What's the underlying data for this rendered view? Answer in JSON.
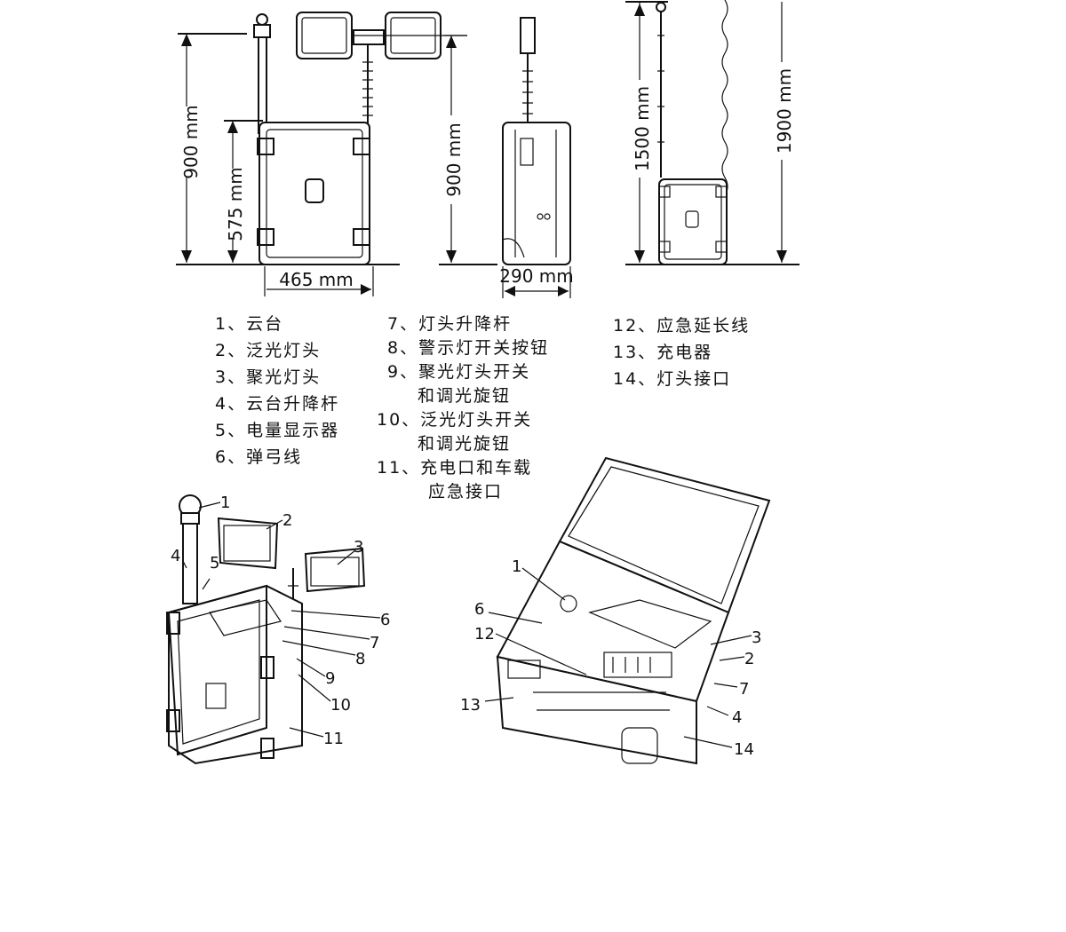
{
  "dimensions": {
    "front_total_height": "900 mm",
    "front_case_height": "575 mm",
    "front_width": "465 mm",
    "side_height": "900 mm",
    "side_depth": "290 mm",
    "pole_height_1": "1500 mm",
    "pole_height_2": "1900 mm"
  },
  "legend": {
    "col1": [
      "1、云台",
      "2、泛光灯头",
      "3、聚光灯头",
      "4、云台升降杆",
      "5、电量显示器",
      "6、弹弓线"
    ],
    "col2_line1": "7、灯头升降杆",
    "col2_line2": "8、警示灯开关按钮",
    "col2_line3": "9、聚光灯头开关",
    "col2_line3b": "和调光旋钮",
    "col2_line4": "10、泛光灯头开关",
    "col2_line4b": "和调光旋钮",
    "col2_line5": "11、充电口和车载",
    "col2_line5b": "应急接口",
    "col3": [
      "12、应急延长线",
      "13、充电器",
      "14、灯头接口"
    ]
  },
  "callouts_left": [
    "1",
    "2",
    "3",
    "4",
    "5",
    "6",
    "7",
    "8",
    "9",
    "10",
    "11"
  ],
  "callouts_right": [
    "1",
    "6",
    "12",
    "3",
    "2",
    "7",
    "13",
    "4",
    "14"
  ]
}
